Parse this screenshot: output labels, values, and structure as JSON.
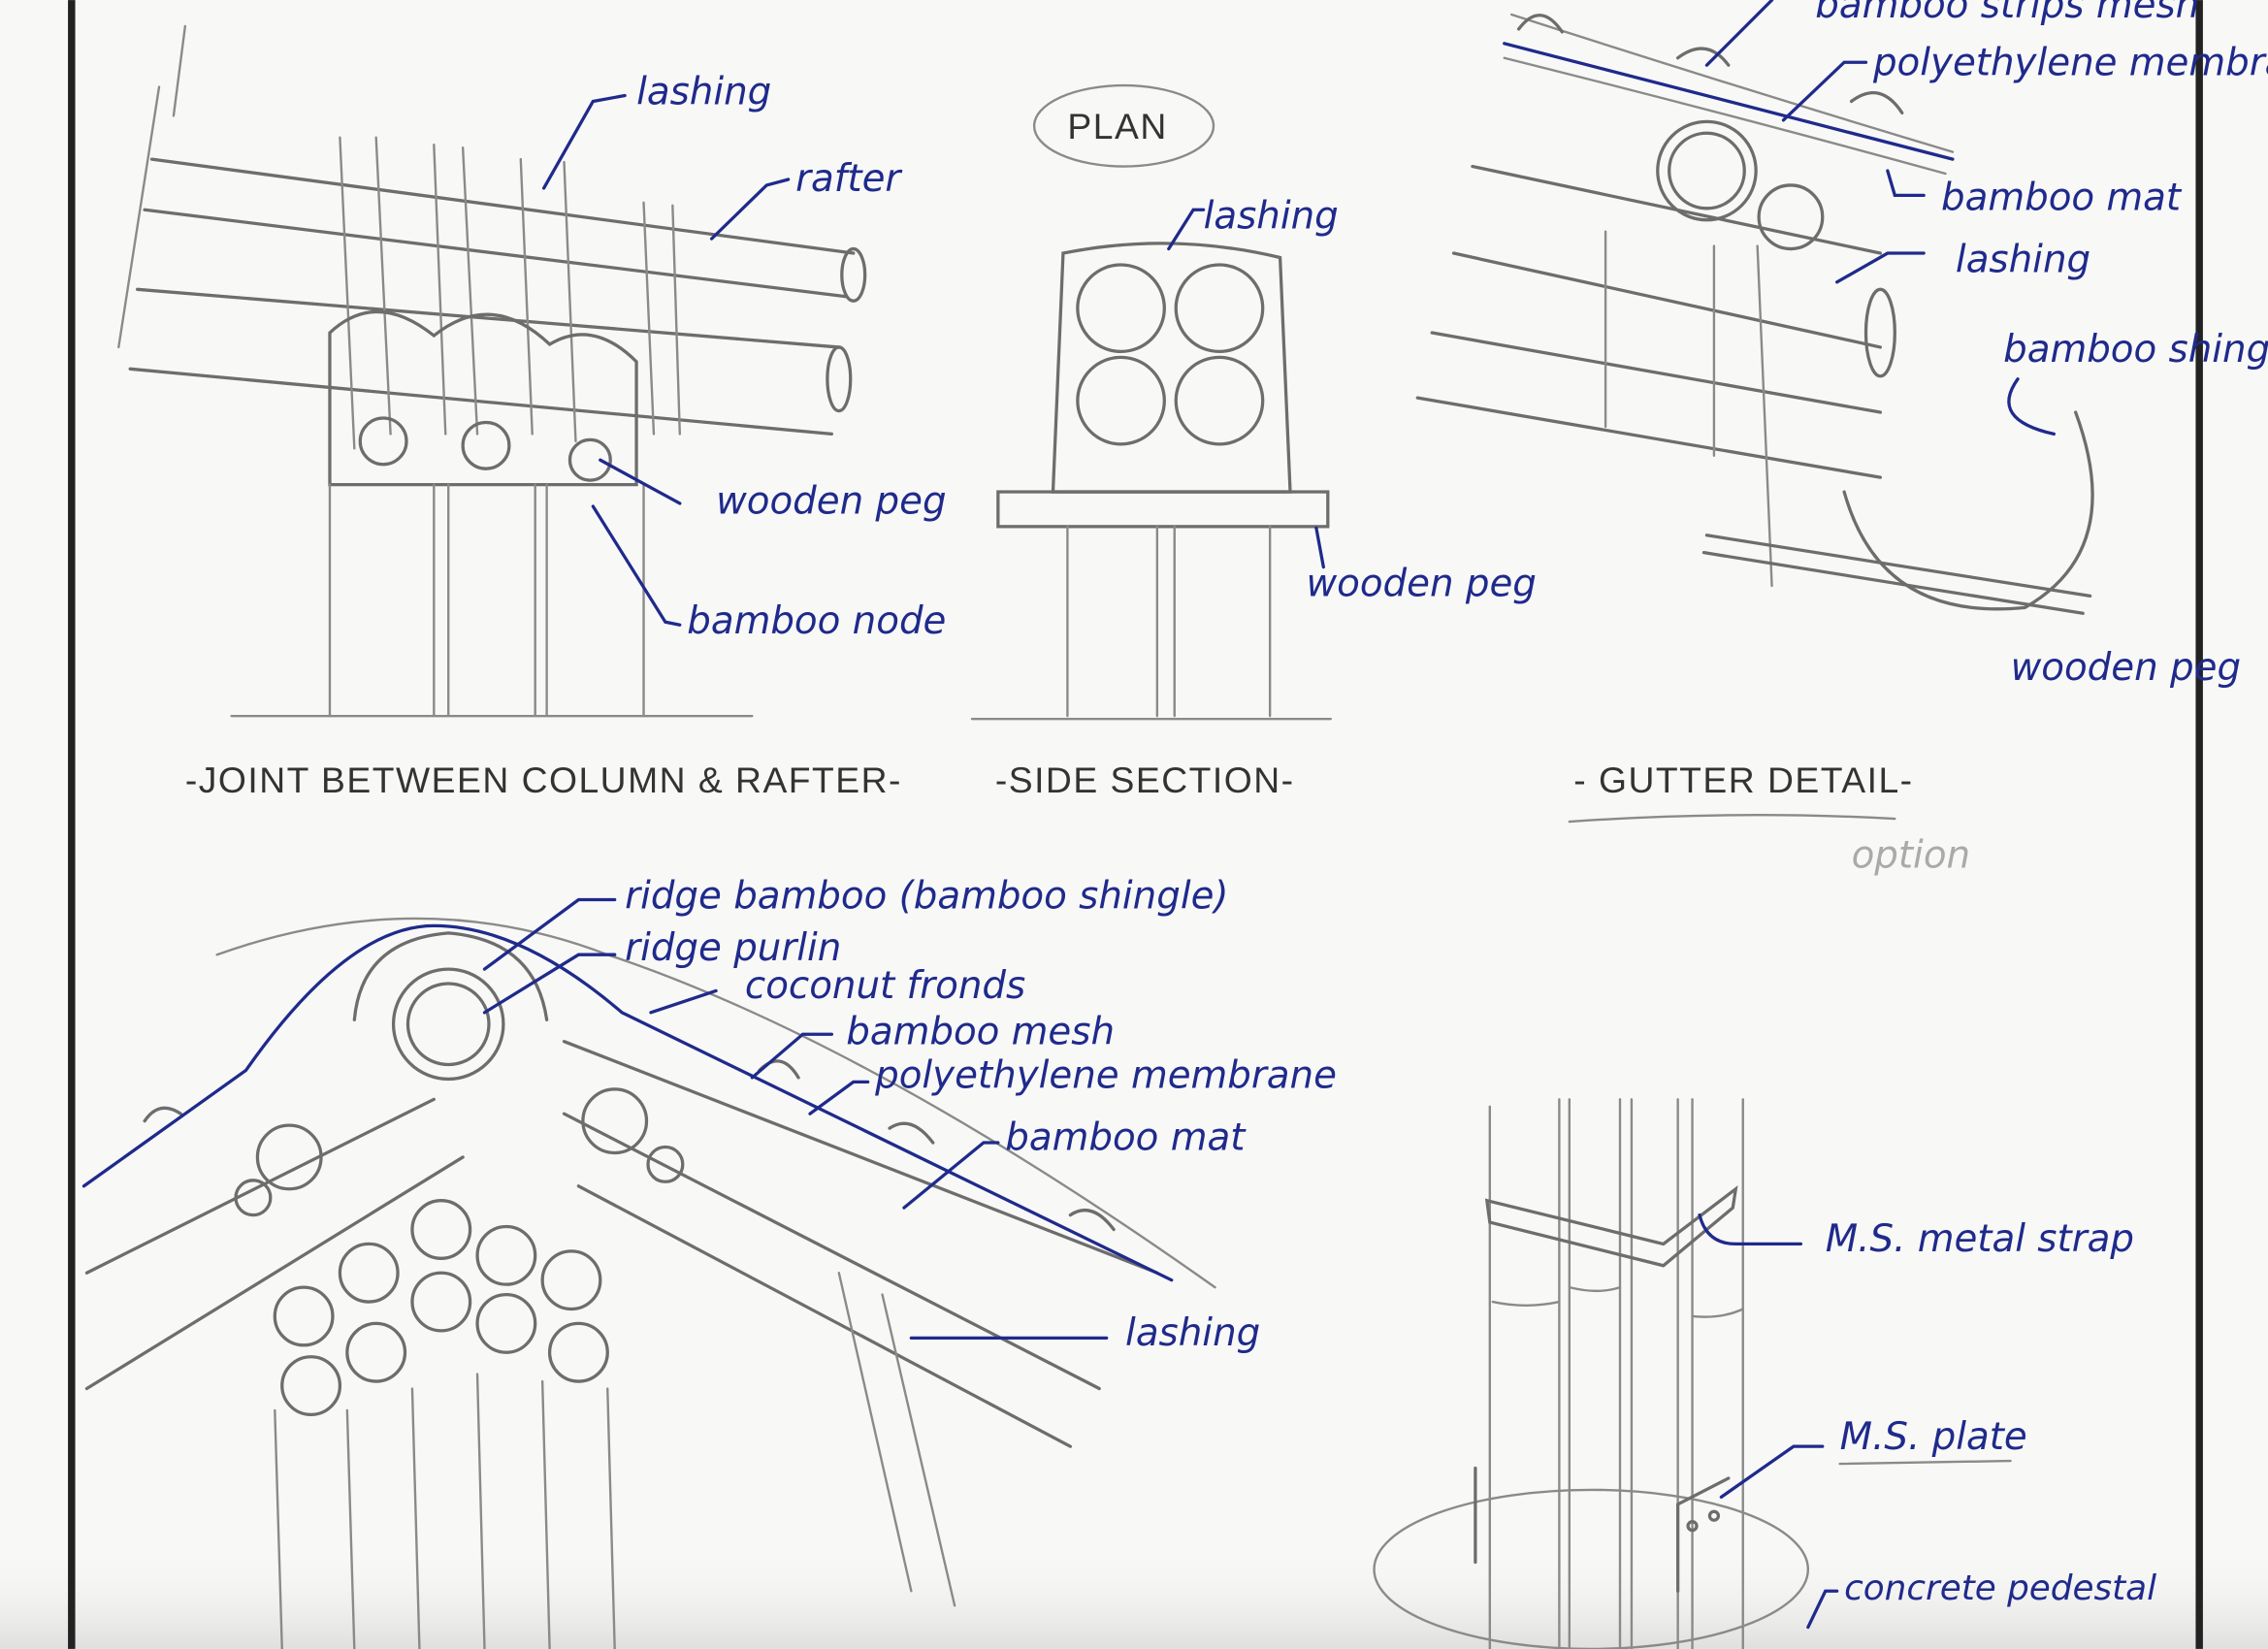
{
  "joint_detail": {
    "title": "-JOINT BETWEEN COLUMN & RAFTER-",
    "labels": {
      "lashing": "lashing",
      "rafter": "rafter",
      "wooden_peg": "wooden peg",
      "bamboo_node": "bamboo node"
    }
  },
  "side_section": {
    "title": "-SIDE SECTION-",
    "plan": "PLAN",
    "labels": {
      "lashing": "lashing",
      "wooden_peg": "wooden peg"
    }
  },
  "gutter_detail": {
    "title": "- GUTTER DETAIL-",
    "note": "option",
    "labels": {
      "bamboo_strips_mesh": "bamboo strips mesh",
      "polyethylene_membrane": "polyethylene membrane",
      "bamboo_mat": "bamboo mat",
      "lashing": "lashing",
      "bamboo_shingle": "bamboo shingle",
      "wooden_peg": "wooden peg"
    }
  },
  "ridge_detail": {
    "labels": {
      "ridge_bamboo": "ridge bamboo (bamboo shingle)",
      "ridge_purlin": "ridge purlin",
      "coconut_fronds": "coconut fronds",
      "bamboo_mesh": "bamboo mesh",
      "polyethylene_membrane": "polyethylene membrane",
      "bamboo_mat": "bamboo mat",
      "lashing": "lashing"
    }
  },
  "column_base_detail": {
    "labels": {
      "metal_strap": "M.S. metal strap",
      "plate": "M.S. plate",
      "concrete_pedestal": "concrete pedestal"
    }
  },
  "colors": {
    "ink": "#1f2a8c",
    "pencil": "#8a8a8a",
    "paper": "#f8f8f6",
    "border": "#222222"
  }
}
